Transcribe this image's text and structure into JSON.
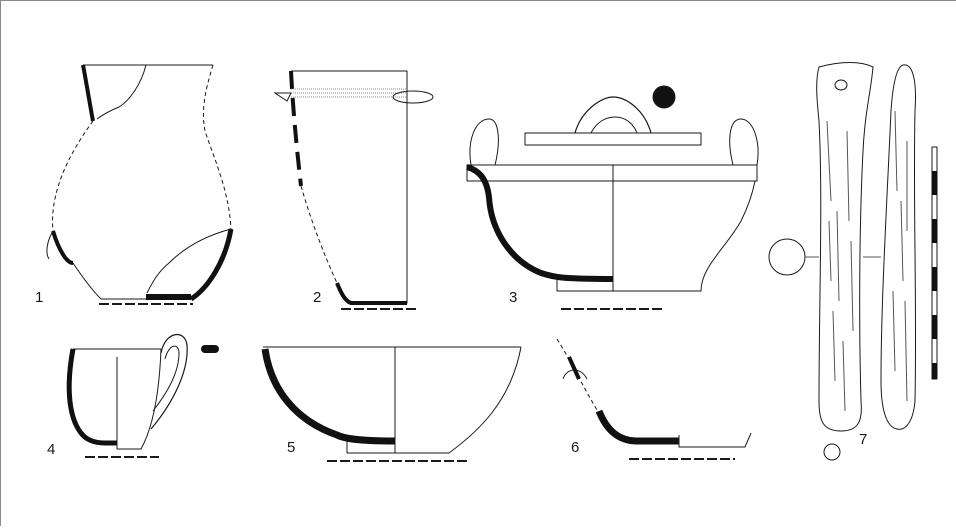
{
  "figure_labels": [
    "1",
    "2",
    "3",
    "4",
    "5",
    "6",
    "7"
  ],
  "colors": {
    "ink": "#1a1a1a",
    "section_fill": "#111111",
    "background": "#ffffff"
  }
}
